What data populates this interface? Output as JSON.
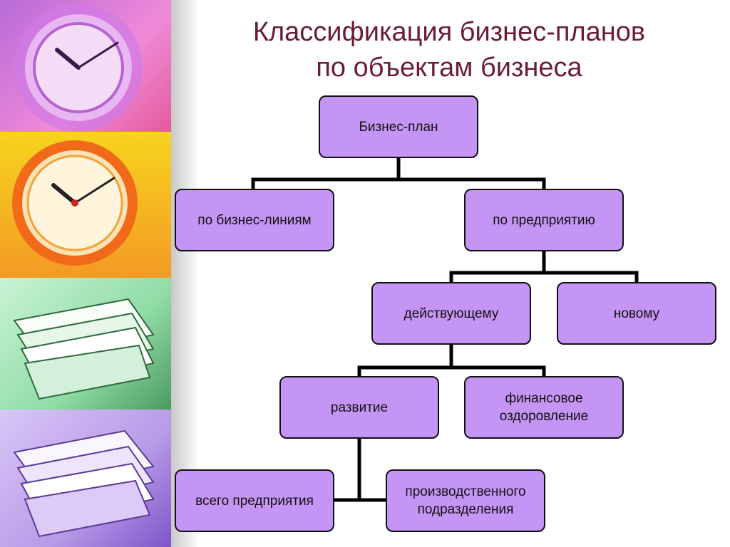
{
  "title": {
    "line1": "Классификация бизнес-планов",
    "line2": "по объектам бизнеса"
  },
  "colors": {
    "title": "#6b1c3a",
    "node_fill": "#c595f5",
    "node_border": "#111111",
    "connector": "#000000"
  },
  "decor": {
    "tiles": [
      "clock-icon",
      "clock-icon",
      "book-stack-icon",
      "book-stack-icon"
    ]
  },
  "nodes": {
    "root": "Бизнес-план",
    "by_business_lines": "по бизнес-линиям",
    "by_enterprise": "по предприятию",
    "existing": "действующему",
    "new": "новому",
    "development": "развитие",
    "financial_recovery_1": "финансовое",
    "financial_recovery_2": "оздоровление",
    "whole_enterprise": "всего предприятия",
    "production_division_1": "производственного",
    "production_division_2": "подразделения"
  }
}
